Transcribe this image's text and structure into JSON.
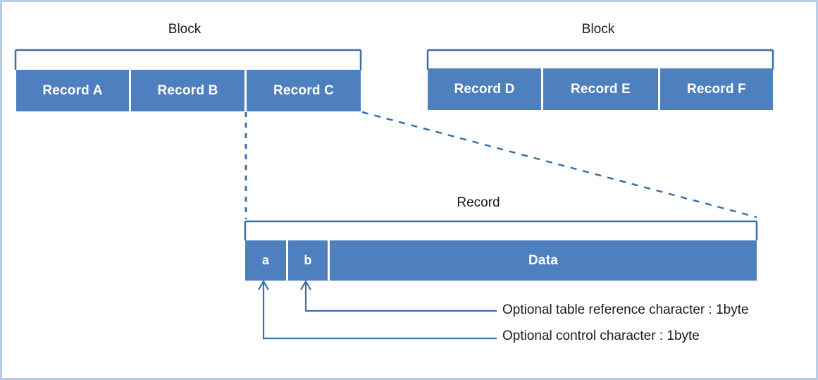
{
  "diagram": {
    "title_block_left": "Block",
    "title_block_right": "Block",
    "title_record": "Record",
    "accent_blue": "#4e80bf",
    "line_blue": "#3a6fa8",
    "border_blue": "#b9cde5",
    "text_color": "#1a1a1a",
    "blocks": [
      {
        "label": "Block",
        "records": [
          {
            "label": "Record A"
          },
          {
            "label": "Record B"
          },
          {
            "label": "Record C"
          }
        ]
      },
      {
        "label": "Block",
        "records": [
          {
            "label": "Record D"
          },
          {
            "label": "Record E"
          },
          {
            "label": "Record F"
          }
        ]
      }
    ],
    "record_detail": {
      "label": "Record",
      "fields": [
        {
          "label": "a"
        },
        {
          "label": "b"
        },
        {
          "label": "Data"
        }
      ]
    },
    "annotations": [
      {
        "text": "Optional table reference character : 1byte"
      },
      {
        "text": "Optional control character : 1byte"
      }
    ]
  }
}
